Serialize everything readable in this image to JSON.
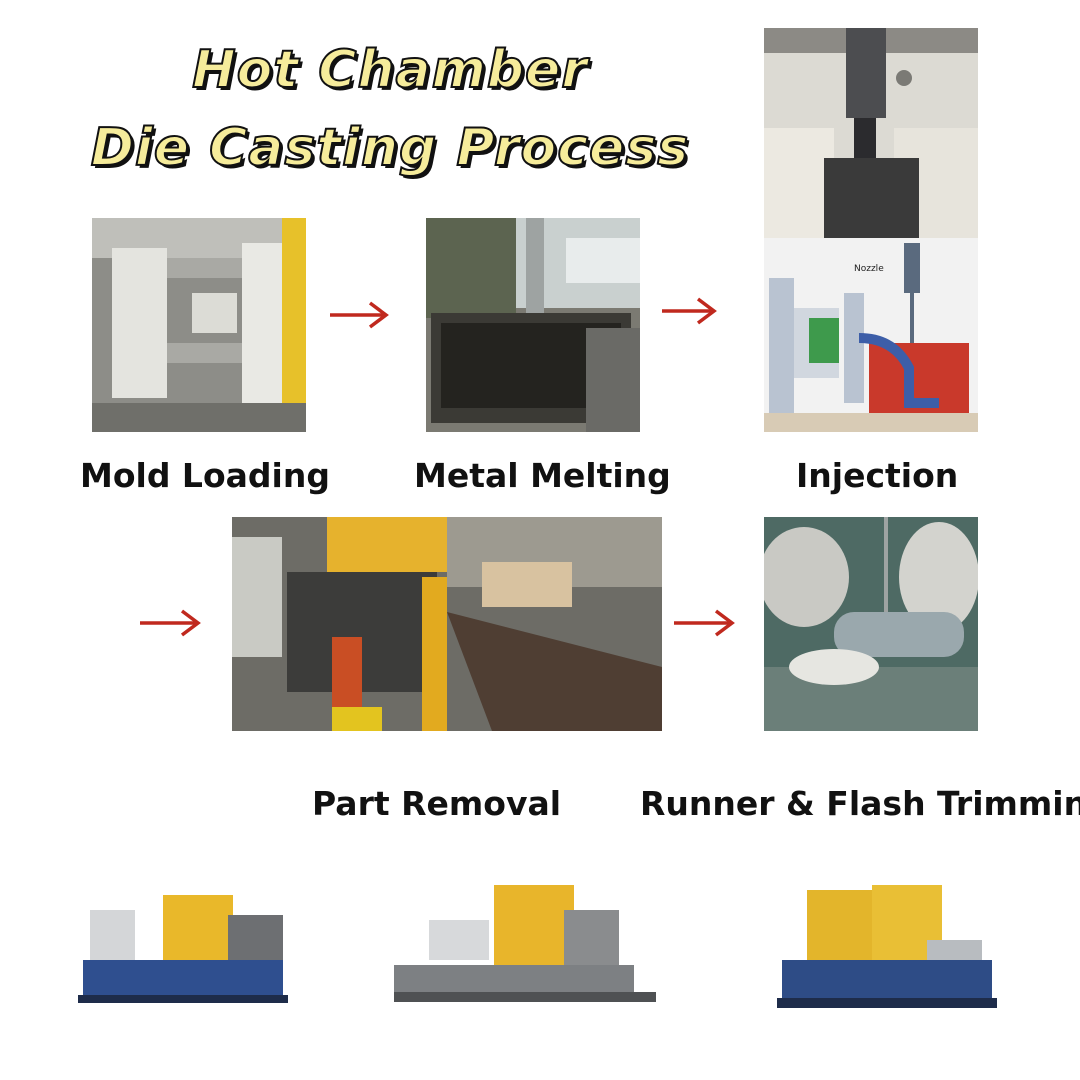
{
  "title": {
    "line1": "Hot Chamber",
    "line2": "Die Casting Process"
  },
  "steps": [
    {
      "label": "Mold Loading"
    },
    {
      "label": "Metal Melting"
    },
    {
      "label": "Injection"
    },
    {
      "label": "Part Removal"
    },
    {
      "label": "Runner & Flash Trimming"
    }
  ],
  "diagram": {
    "nozzle_label": "Nozzle"
  },
  "colors": {
    "title_fill": "#f6ec9b",
    "arrow": "#c0291e",
    "machine_yellow": "#e9b82a",
    "machine_blue": "#2f4f8f"
  }
}
